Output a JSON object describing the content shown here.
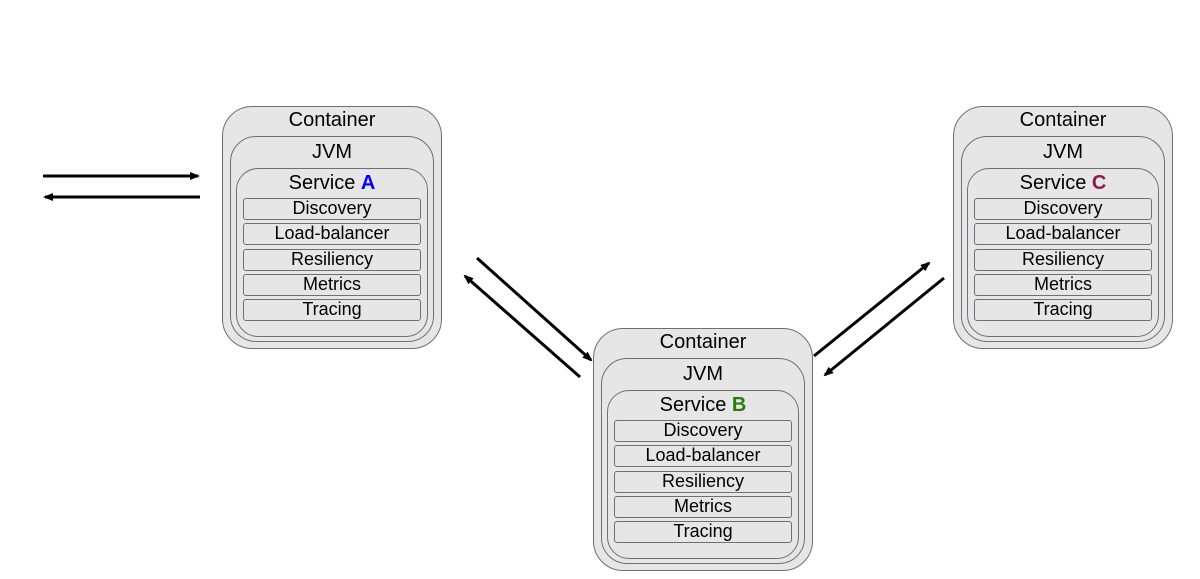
{
  "colors": {
    "service_a_letter": "#0000ff",
    "service_b_letter": "#2a7a0a",
    "service_c_letter": "#8b1a44"
  },
  "nodes": [
    {
      "container_label": "Container",
      "jvm_label": "JVM",
      "service_word": "Service",
      "service_letter": "A",
      "components": [
        "Discovery",
        "Load-balancer",
        "Resiliency",
        "Metrics",
        "Tracing"
      ]
    },
    {
      "container_label": "Container",
      "jvm_label": "JVM",
      "service_word": "Service",
      "service_letter": "B",
      "components": [
        "Discovery",
        "Load-balancer",
        "Resiliency",
        "Metrics",
        "Tracing"
      ]
    },
    {
      "container_label": "Container",
      "jvm_label": "JVM",
      "service_word": "Service",
      "service_letter": "C",
      "components": [
        "Discovery",
        "Load-balancer",
        "Resiliency",
        "Metrics",
        "Tracing"
      ]
    }
  ]
}
